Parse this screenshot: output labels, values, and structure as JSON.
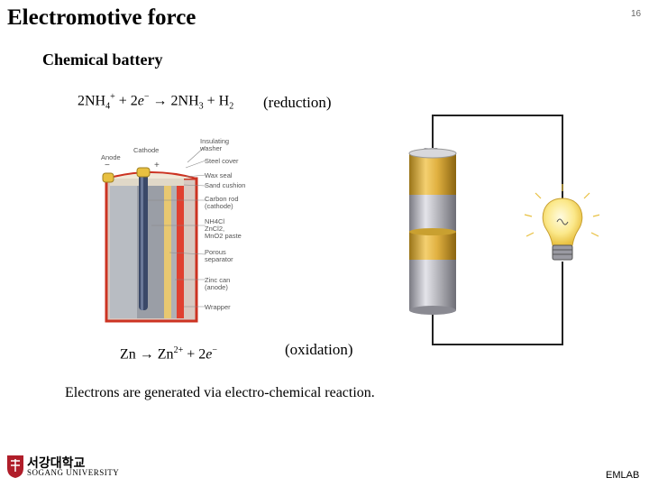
{
  "slide": {
    "title": "Electromotive force",
    "page_number": "16",
    "subtitle": "Chemical battery",
    "caption": "Electrons  are generated via electro-chemical reaction.",
    "footer": "EMLAB"
  },
  "reduction": {
    "label": "(reduction)",
    "lhs_1": "2NH",
    "lhs_1_sub": "4",
    "lhs_1_sup": "+",
    "lhs_2": " + 2",
    "electron": "e",
    "electron_sup": "−",
    "arrow": " → ",
    "rhs_1": "2NH",
    "rhs_1_sub": "3",
    "rhs_2": " + H",
    "rhs_2_sub": "2"
  },
  "oxidation": {
    "label": "(oxidation)",
    "lhs": "Zn",
    "arrow": " → ",
    "rhs_1": "Zn",
    "rhs_1_sup": "2+",
    "rhs_2": " + 2",
    "electron": "e",
    "electron_sup": "−"
  },
  "cell_labels": {
    "anode": "Anode",
    "cathode": "Cathode",
    "minus": "−",
    "plus": "+",
    "insulating_washer": "Insulating\nwasher",
    "steel_cover": "Steel cover",
    "wax_seal": "Wax seal",
    "sand_cushion": "Sand cushion",
    "carbon_rod": "Carbon rod\n(cathode)",
    "paste": "NH4Cl\nZnCl2,\nMnO2 paste",
    "porous": "Porous\nseparator",
    "zinc_can": "Zinc can\n(anode)",
    "wrapper": "Wrapper"
  },
  "logo": {
    "korean": "서강대학교",
    "english": "SOGANG UNIVERSITY"
  },
  "colors": {
    "battery_gold": "#e0b040",
    "battery_silver": "#b8b8be",
    "cell_red": "#cc3322",
    "bulb": "#f8e070",
    "logo_red": "#b01e2a"
  }
}
